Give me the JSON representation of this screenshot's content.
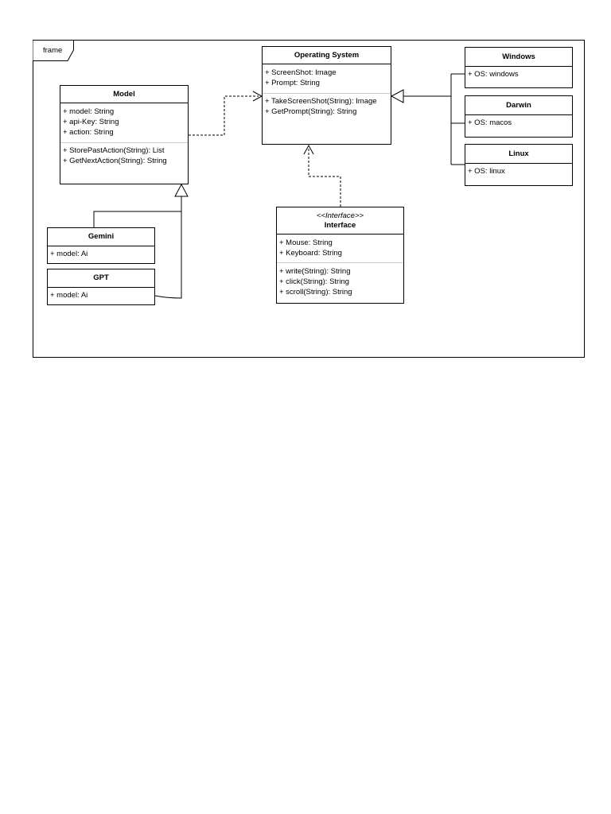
{
  "frame": {
    "label": "frame"
  },
  "classes": {
    "operating_system": {
      "name": "Operating System",
      "attributes": [
        "+ ScreenShot: Image",
        "+ Prompt: String"
      ],
      "methods": [
        "+ TakeScreenShot(String): Image",
        "+ GetPrompt(String): String"
      ]
    },
    "model": {
      "name": "Model",
      "attributes": [
        "+ model: String",
        "+ api-Key: String",
        "+ action: String"
      ],
      "methods": [
        "+ StorePastAction(String): List",
        "+ GetNextAction(String): String"
      ]
    },
    "windows": {
      "name": "Windows",
      "attributes": [
        "+ OS: windows"
      ]
    },
    "darwin": {
      "name": "Darwin",
      "attributes": [
        "+ OS: macos"
      ]
    },
    "linux": {
      "name": "Linux",
      "attributes": [
        "+ OS: linux"
      ]
    },
    "gemini": {
      "name": "Gemini",
      "attributes": [
        "+ model: Ai"
      ]
    },
    "gpt": {
      "name": "GPT",
      "attributes": [
        "+ model: Ai"
      ]
    },
    "interface": {
      "stereotype": "<<Interface>>",
      "name": "Interface",
      "attributes": [
        "+ Mouse: String",
        "+ Keyboard: String"
      ],
      "methods": [
        "+ write(String): String",
        "+ click(String): String",
        "+ scroll(String): String"
      ]
    }
  },
  "relationships": [
    {
      "type": "dependency",
      "from": "Model",
      "to": "Operating System"
    },
    {
      "type": "dependency",
      "from": "Interface",
      "to": "Operating System"
    },
    {
      "type": "generalization",
      "from": "Windows",
      "to": "Operating System"
    },
    {
      "type": "generalization",
      "from": "Darwin",
      "to": "Operating System"
    },
    {
      "type": "generalization",
      "from": "Linux",
      "to": "Operating System"
    },
    {
      "type": "generalization",
      "from": "Gemini",
      "to": "Model"
    },
    {
      "type": "generalization",
      "from": "GPT",
      "to": "Model"
    }
  ]
}
